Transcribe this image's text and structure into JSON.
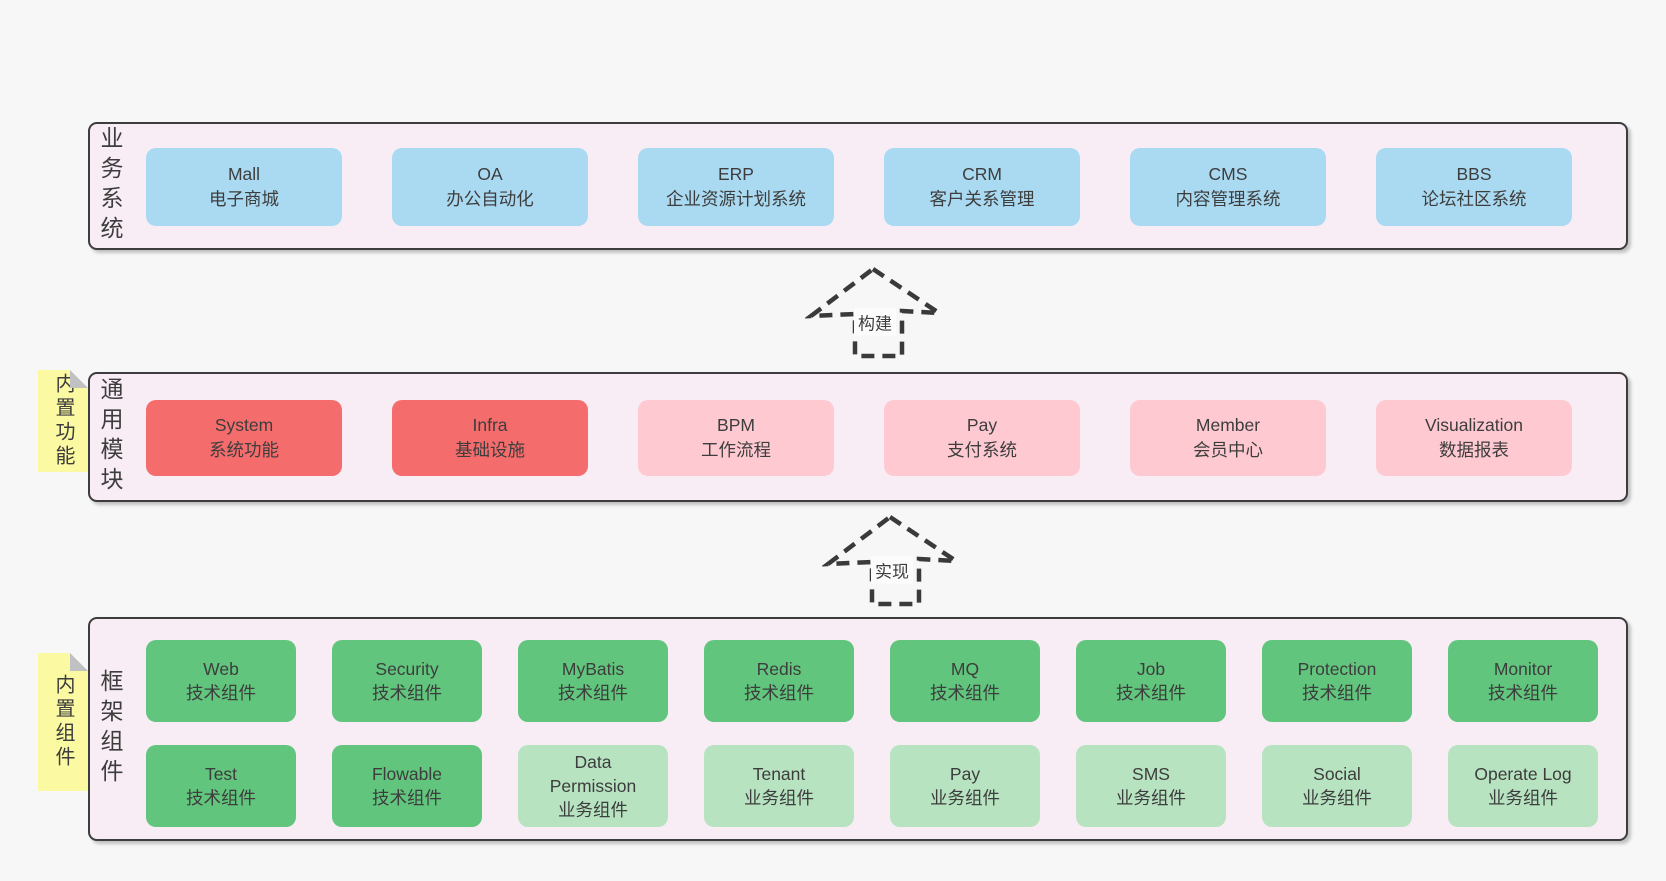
{
  "colors": {
    "page_bg": "#f7f7f7",
    "container_bg": "#f8edf5",
    "container_border": "#3d3d3d",
    "text": "#3d3d3d",
    "blue": "#aadaf2",
    "red": "#f56c6c",
    "pink": "#fec9d1",
    "green": "#61c57d",
    "light_green": "#b7e3c1",
    "note_yellow": "#fbf9a1",
    "note_fold": "#c0c1c3",
    "arrow": "#3a3a3a",
    "arrow_label_bg": "#fcfcfc"
  },
  "arrows": {
    "build": "构建",
    "implement": "实现"
  },
  "layers": {
    "business": {
      "label": "业务系统",
      "boxes": [
        {
          "en": "Mall",
          "zh": "电子商城"
        },
        {
          "en": "OA",
          "zh": "办公自动化"
        },
        {
          "en": "ERP",
          "zh": "企业资源计划系统"
        },
        {
          "en": "CRM",
          "zh": "客户关系管理"
        },
        {
          "en": "CMS",
          "zh": "内容管理系统"
        },
        {
          "en": "BBS",
          "zh": "论坛社区系统"
        }
      ]
    },
    "modules": {
      "label": "通用模块",
      "note": "内置功能",
      "boxes": [
        {
          "en": "System",
          "zh": "系统功能"
        },
        {
          "en": "Infra",
          "zh": "基础设施"
        },
        {
          "en": "BPM",
          "zh": "工作流程"
        },
        {
          "en": "Pay",
          "zh": "支付系统"
        },
        {
          "en": "Member",
          "zh": "会员中心"
        },
        {
          "en": "Visualization",
          "zh": "数据报表"
        }
      ]
    },
    "components": {
      "label": "框架组件",
      "note": "内置组件",
      "row1": [
        {
          "en": "Web",
          "zh": "技术组件"
        },
        {
          "en": "Security",
          "zh": "技术组件"
        },
        {
          "en": "MyBatis",
          "zh": "技术组件"
        },
        {
          "en": "Redis",
          "zh": "技术组件"
        },
        {
          "en": "MQ",
          "zh": "技术组件"
        },
        {
          "en": "Job",
          "zh": "技术组件"
        },
        {
          "en": "Protection",
          "zh": "技术组件"
        },
        {
          "en": "Monitor",
          "zh": "技术组件"
        }
      ],
      "row2": [
        {
          "en": "Test",
          "zh": "技术组件"
        },
        {
          "en": "Flowable",
          "zh": "技术组件"
        },
        {
          "en": "Data Permission",
          "zh": "业务组件"
        },
        {
          "en": "Tenant",
          "zh": "业务组件"
        },
        {
          "en": "Pay",
          "zh": "业务组件"
        },
        {
          "en": "SMS",
          "zh": "业务组件"
        },
        {
          "en": "Social",
          "zh": "业务组件"
        },
        {
          "en": "Operate Log",
          "zh": "业务组件"
        }
      ]
    }
  }
}
